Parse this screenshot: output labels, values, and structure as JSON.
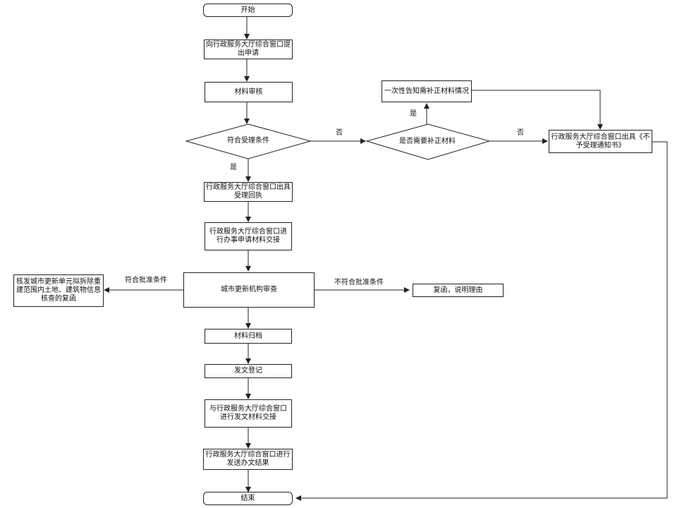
{
  "nodes": {
    "start": "开始",
    "apply": "向行政服务大厅综合窗口提出申请",
    "review": "材料审核",
    "check_conditions": "符合受理条件",
    "need_supplement": "是否需要补正材料",
    "notify_supplement": "一次性告知需补正材料情况",
    "not_accepted": "行政服务大厅综合窗口出具《不予受理通知书》",
    "receipt": "行政服务大厅综合窗口出具受理回执",
    "handover": "行政服务大厅综合窗口进行办事申请材料交接",
    "agency_review": "城市更新机构审查",
    "approve_reply": "核发城市更新单元拟拆除重建范围内土地、建筑物信息核查的复函",
    "reject_reply": "复函，说明理由",
    "archive": "材料归档",
    "dispatch": "发文登记",
    "doc_handover": "与行政服务大厅综合窗口进行发文材料交接",
    "send_result": "行政服务大厅综合窗口进行发送办文结果",
    "end": "结束"
  },
  "edge_labels": {
    "yes_accept": "是",
    "no_accept": "否",
    "yes_supplement": "是",
    "no_supplement": "否",
    "meets": "符合批准条件",
    "not_meets": "不符合批准条件"
  }
}
